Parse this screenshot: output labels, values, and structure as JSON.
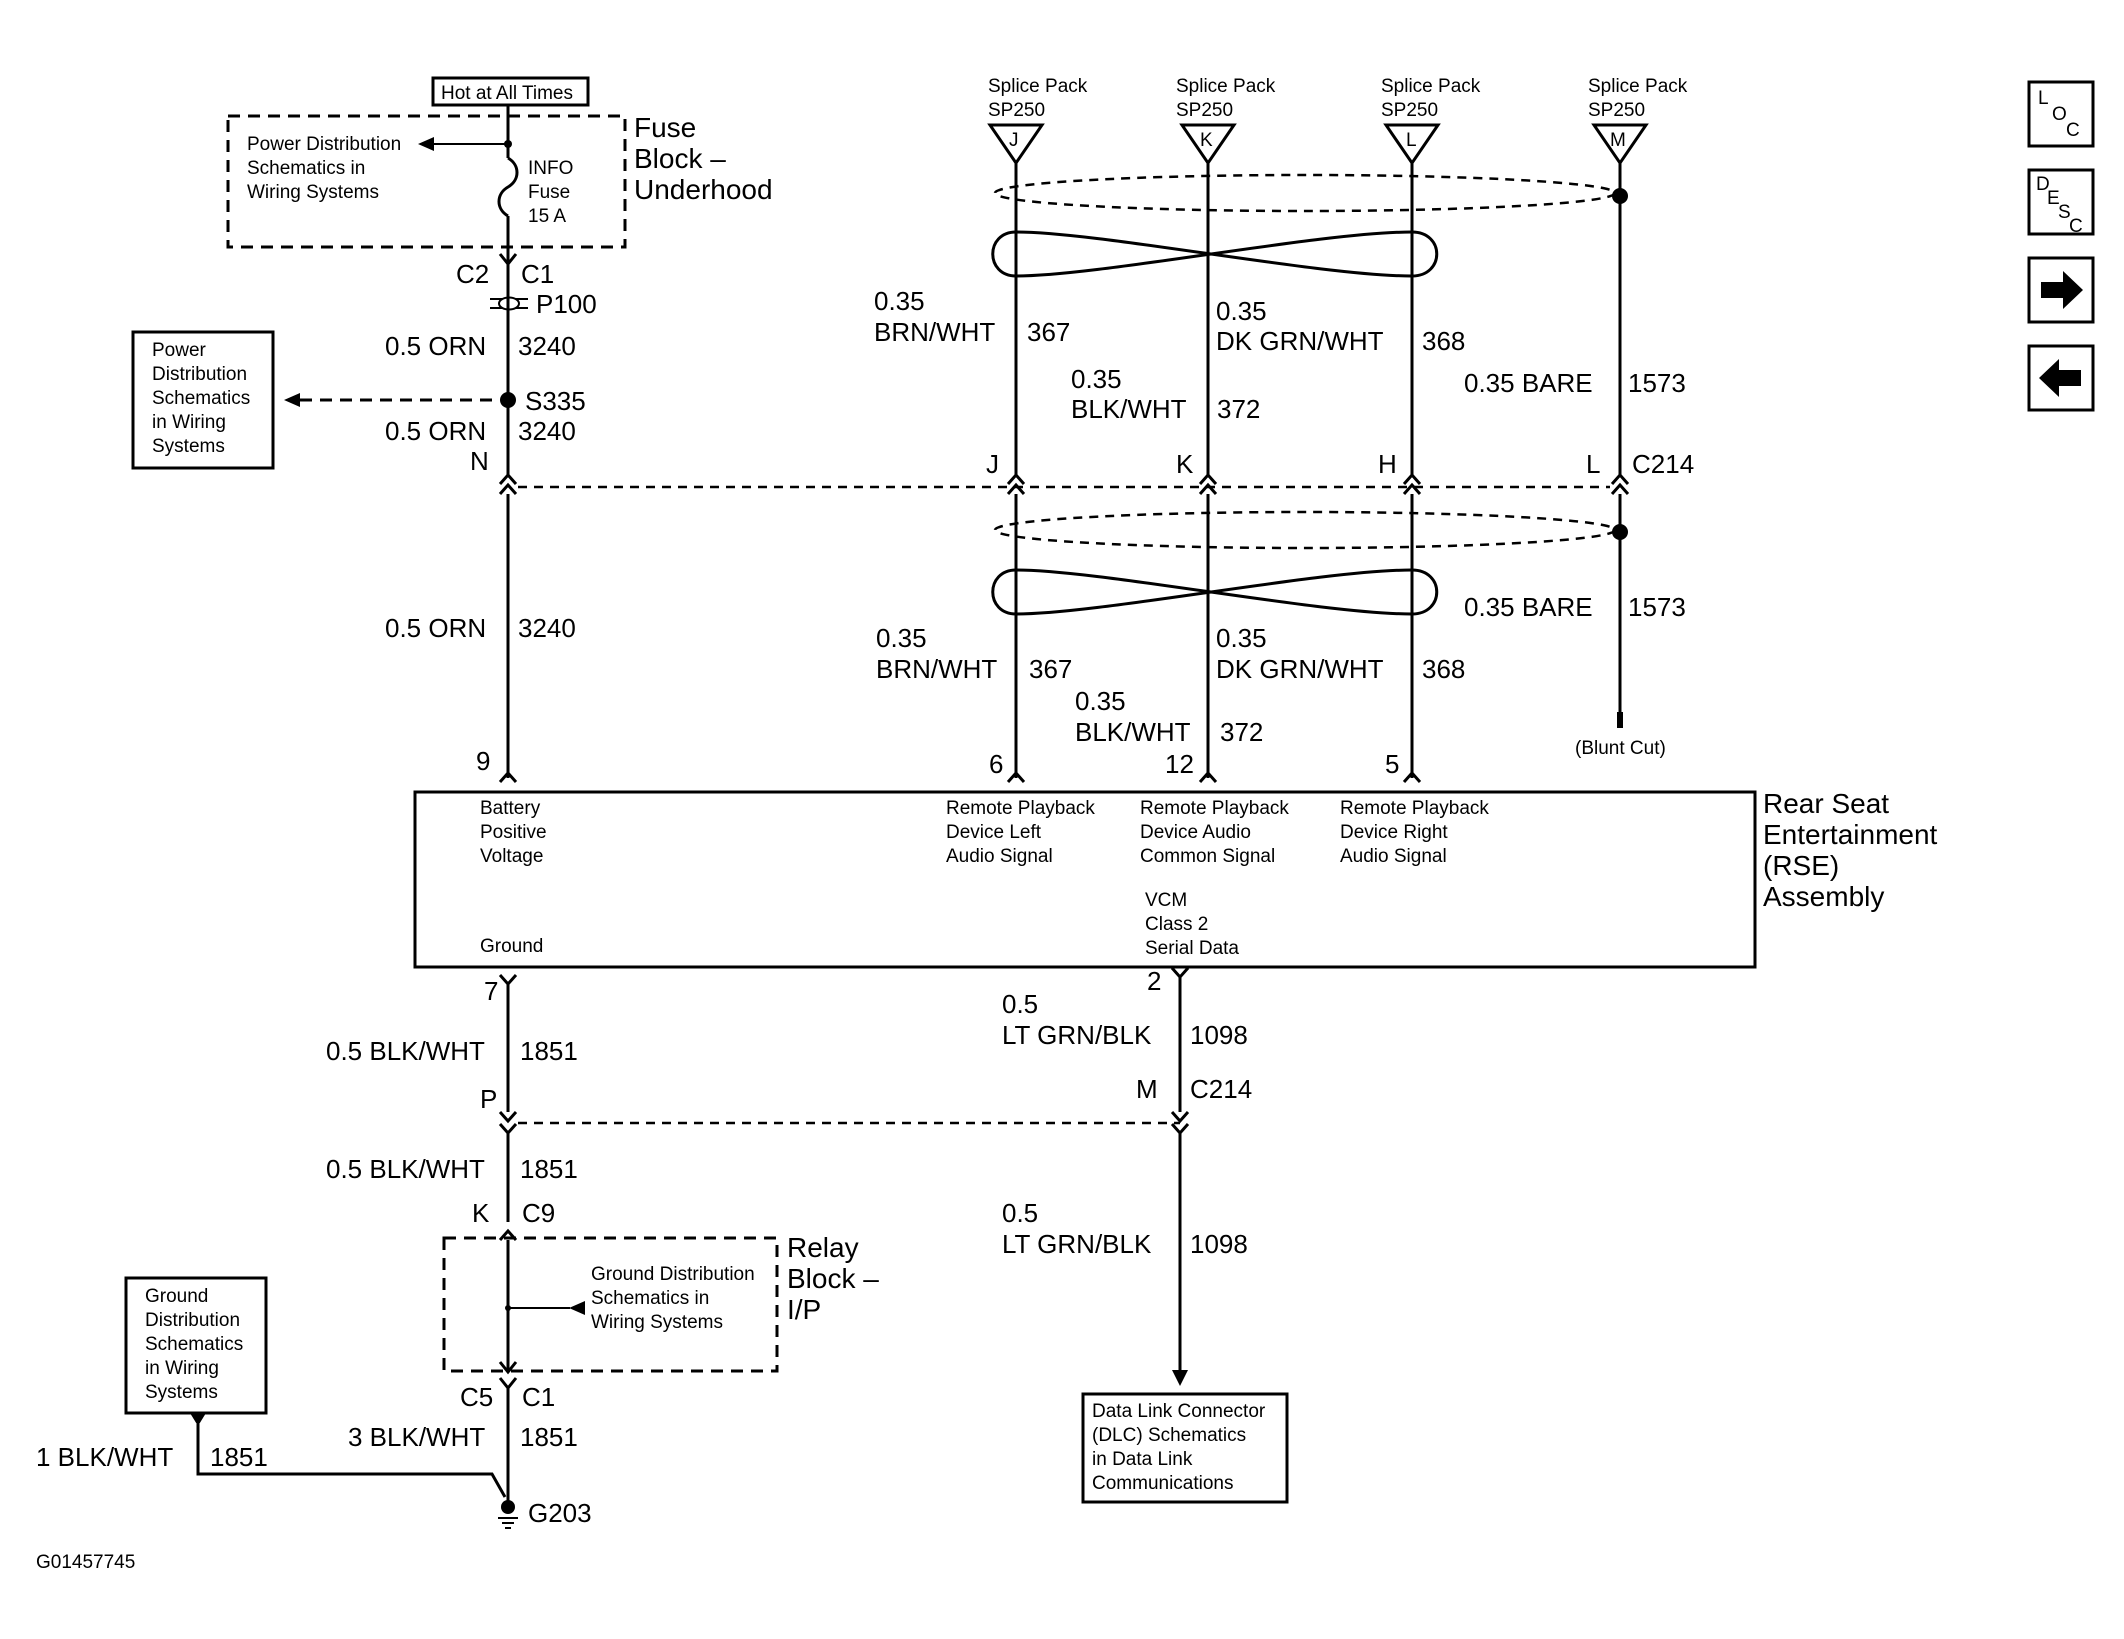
{
  "header": {
    "hot_label": "Hot at All Times",
    "fuse_block_lines": [
      "Fuse",
      "Block –",
      "Underhood"
    ],
    "power_dist_top_lines": [
      "Power Distribution",
      "Schematics in",
      "Wiring Systems"
    ],
    "fuse_lines": [
      "INFO",
      "Fuse",
      "15 A"
    ]
  },
  "left_circuit": {
    "c2": "C2",
    "c1": "C1",
    "p100": "P100",
    "wire_a": "0.5 ORN",
    "num_a": "3240",
    "s335": "S335",
    "wire_b": "0.5 ORN",
    "num_b": "3240",
    "pin_n": "N",
    "wire_c": "0.5 ORN",
    "num_c": "3240",
    "pin_9": "9",
    "power_dist_box_lines": [
      "Power",
      "Distribution",
      "Schematics",
      "in Wiring",
      "Systems"
    ]
  },
  "splice_packs": [
    {
      "label": "Splice Pack",
      "code": "SP250",
      "letter": "J"
    },
    {
      "label": "Splice Pack",
      "code": "SP250",
      "letter": "K"
    },
    {
      "label": "Splice Pack",
      "code": "SP250",
      "letter": "L"
    },
    {
      "label": "Splice Pack",
      "code": "SP250",
      "letter": "M"
    }
  ],
  "wires_upper": {
    "brn_gauge": "0.35",
    "brn_color": "BRN/WHT",
    "brn_num": "367",
    "dkgrn_gauge": "0.35",
    "dkgrn_color": "DK GRN/WHT",
    "dkgrn_num": "368",
    "blk_gauge": "0.35",
    "blk_color": "BLK/WHT",
    "blk_num": "372",
    "bare": "0.35 BARE",
    "bare_num": "1573"
  },
  "c214_upper": {
    "j": "J",
    "k": "K",
    "h": "H",
    "l": "L",
    "name": "C214"
  },
  "wires_lower": {
    "brn_gauge": "0.35",
    "brn_color": "BRN/WHT",
    "brn_num": "367",
    "dkgrn_gauge": "0.35",
    "dkgrn_color": "DK GRN/WHT",
    "dkgrn_num": "368",
    "blk_gauge": "0.35",
    "blk_color": "BLK/WHT",
    "blk_num": "372",
    "bare": "0.35 BARE",
    "bare_num": "1573",
    "blunt_cut": "(Blunt Cut)"
  },
  "rse_pins": {
    "p6": "6",
    "p12": "12",
    "p5": "5",
    "p7": "7",
    "p2": "2"
  },
  "rse": {
    "title_lines": [
      "Rear Seat",
      "Entertainment",
      "(RSE)",
      "Assembly"
    ],
    "battery_lines": [
      "Battery",
      "Positive",
      "Voltage"
    ],
    "left_audio_lines": [
      "Remote Playback",
      "Device Left",
      "Audio Signal"
    ],
    "common_audio_lines": [
      "Remote Playback",
      "Device Audio",
      "Common Signal"
    ],
    "right_audio_lines": [
      "Remote Playback",
      "Device Right",
      "Audio Signal"
    ],
    "vcm_lines": [
      "VCM",
      "Class 2",
      "Serial Data"
    ],
    "ground": "Ground"
  },
  "lower_left": {
    "wire_a": "0.5 BLK/WHT",
    "num_a": "1851",
    "pin_p": "P",
    "wire_b": "0.5 BLK/WHT",
    "num_b": "1851",
    "pin_k": "K",
    "c9": "C9",
    "relay_block_lines": [
      "Relay",
      "Block –",
      "I/P"
    ],
    "ground_dist_lines": [
      "Ground Distribution",
      "Schematics in",
      "Wiring Systems"
    ],
    "c5": "C5",
    "c1": "C1",
    "wire_c": "3 BLK/WHT",
    "num_c": "1851",
    "ground_box_lines": [
      "Ground",
      "Distribution",
      "Schematics",
      "in Wiring",
      "Systems"
    ],
    "wire_d": "1 BLK/WHT",
    "num_d": "1851",
    "g203": "G203"
  },
  "lower_right": {
    "gauge_a": "0.5",
    "color_a": "LT GRN/BLK",
    "num_a": "1098",
    "pin_m": "M",
    "c214": "C214",
    "gauge_b": "0.5",
    "color_b": "LT GRN/BLK",
    "num_b": "1098",
    "dlc_lines": [
      "Data Link Connector",
      "(DLC) Schematics",
      "in Data Link",
      "Communications"
    ]
  },
  "figure_id": "G01457745",
  "nav": {
    "loc": {
      "l1": "L",
      "l2": "O",
      "l3": "C"
    },
    "desc": {
      "l1": "D",
      "l2": "E",
      "l3": "S",
      "l4": "C"
    },
    "forward_icon": "arrow-right-icon",
    "back_icon": "arrow-left-icon"
  }
}
